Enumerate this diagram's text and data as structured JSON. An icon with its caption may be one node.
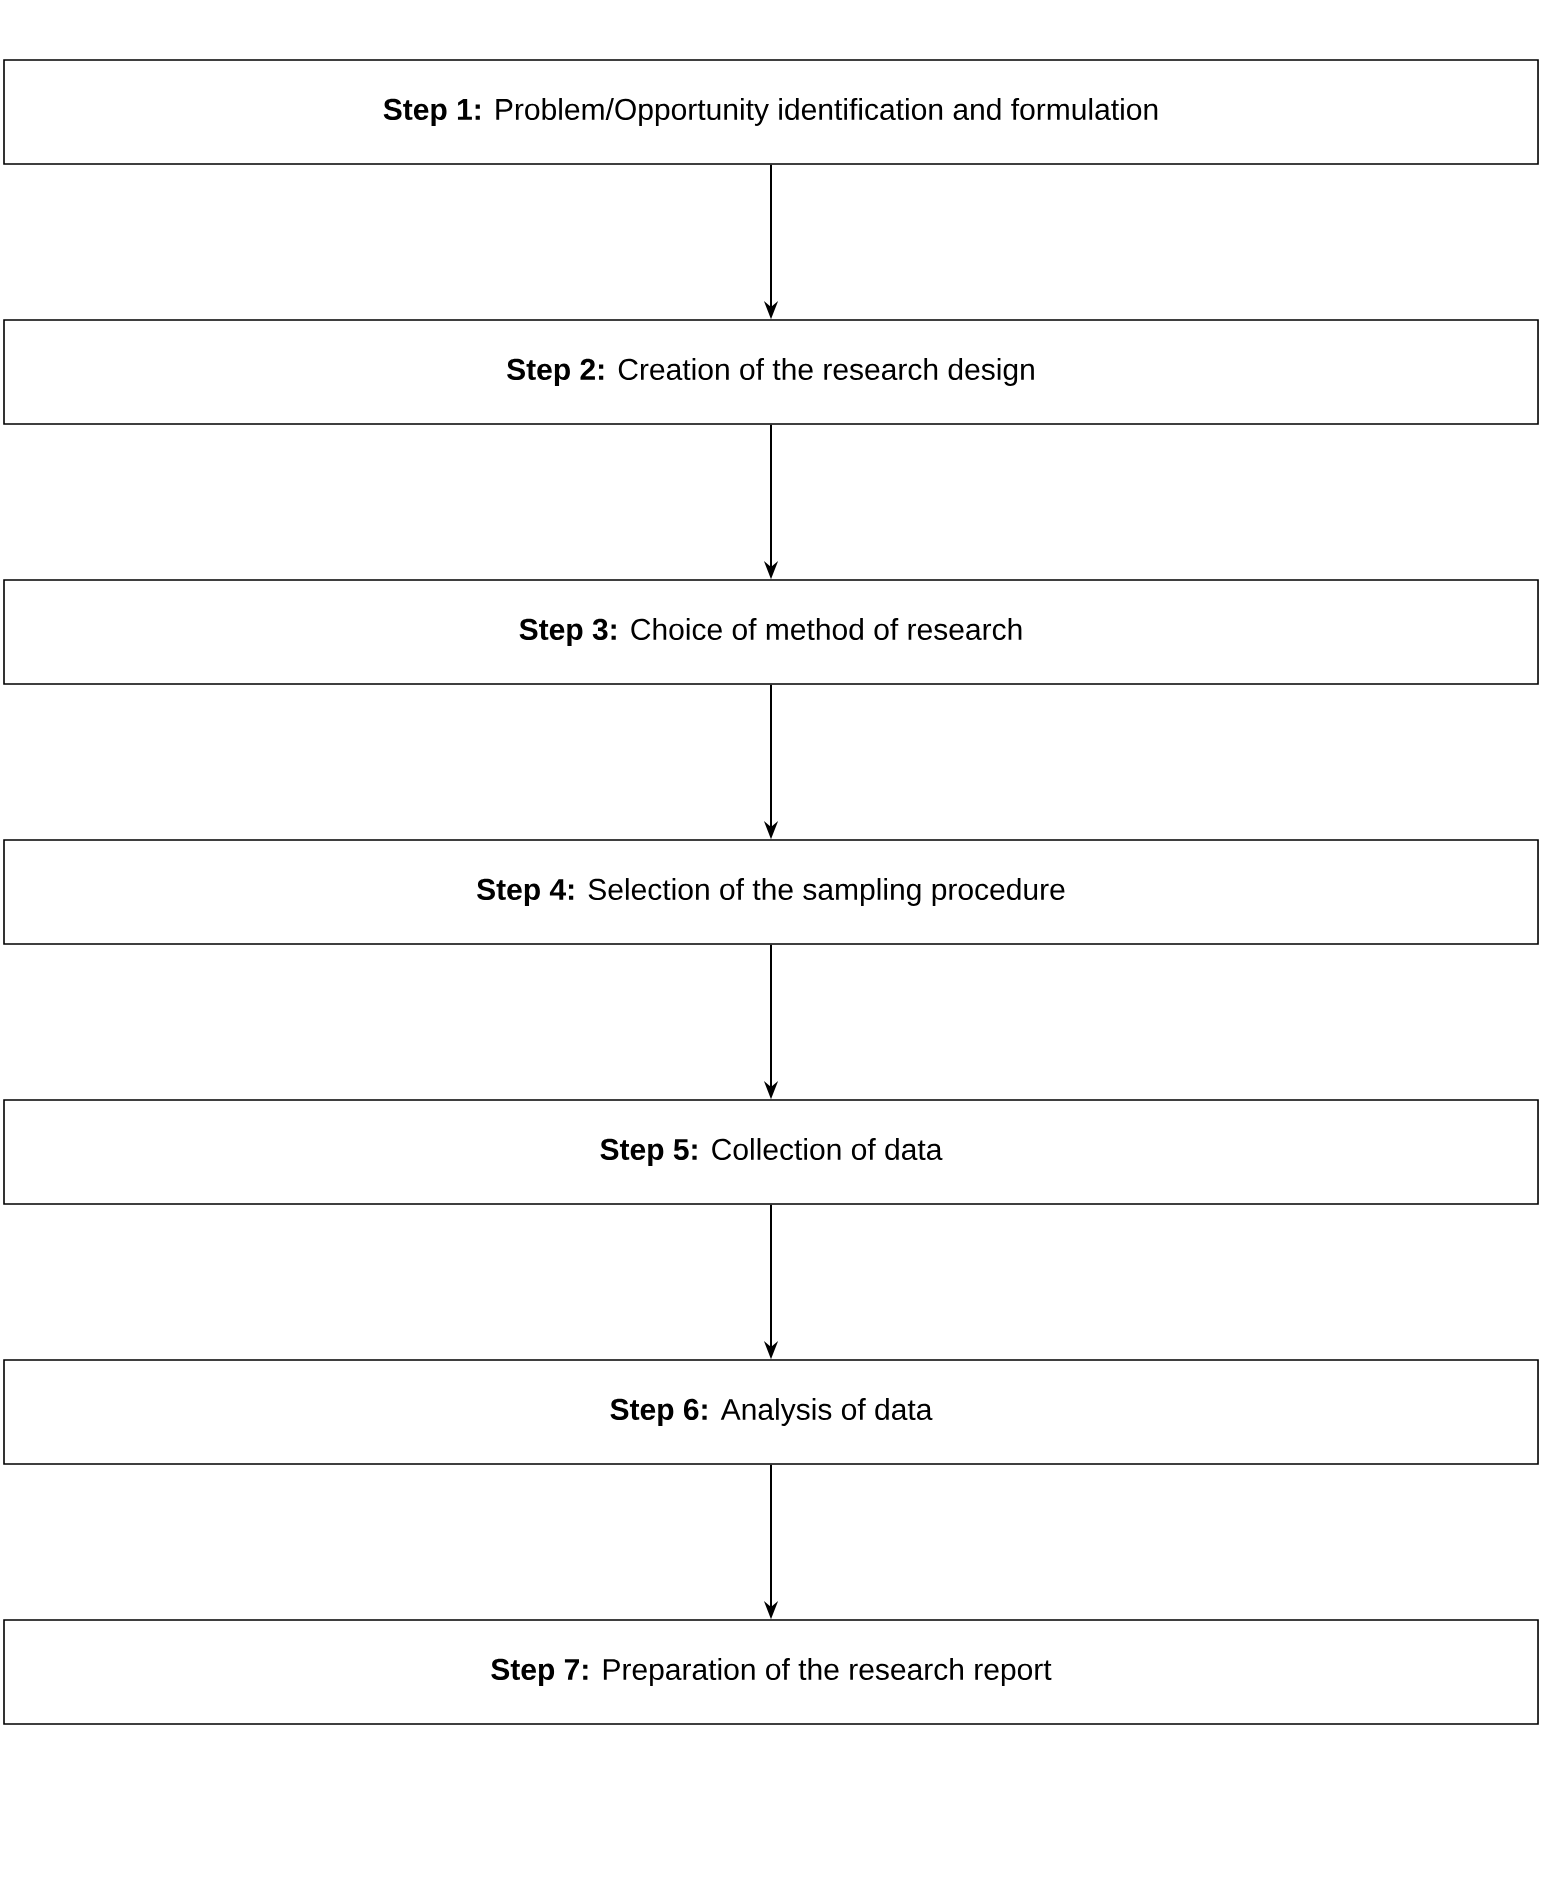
{
  "diagram": {
    "nodes": [
      {
        "text": [
          "**Step 1:** Problem/Opportunity identification and formulation"
        ]
      },
      {
        "text": [
          "**Step 2:** Creation of the research design"
        ]
      },
      {
        "text": [
          "**Step 3:** Choice of method of research"
        ]
      },
      {
        "text": [
          "**Step 4:** Selection of the sampling procedure"
        ]
      },
      {
        "text": [
          "**Step 5:** Collection of data"
        ]
      },
      {
        "text": [
          "**Step 6:** Analysis of data"
        ]
      },
      {
        "text": [
          "**Step 7:** Preparation of the research report"
        ]
      }
    ],
    "edges": [
      {
        "from": 0,
        "to": 1,
        "arrow": "to"
      },
      {
        "from": 1,
        "to": 2,
        "arrow": "to"
      },
      {
        "from": 2,
        "to": 3,
        "arrow": "to"
      },
      {
        "from": 3,
        "to": 4,
        "arrow": "to"
      },
      {
        "from": 4,
        "to": 5,
        "arrow": "to"
      },
      {
        "from": 5,
        "to": 6,
        "arrow": "to"
      }
    ]
  }
}
